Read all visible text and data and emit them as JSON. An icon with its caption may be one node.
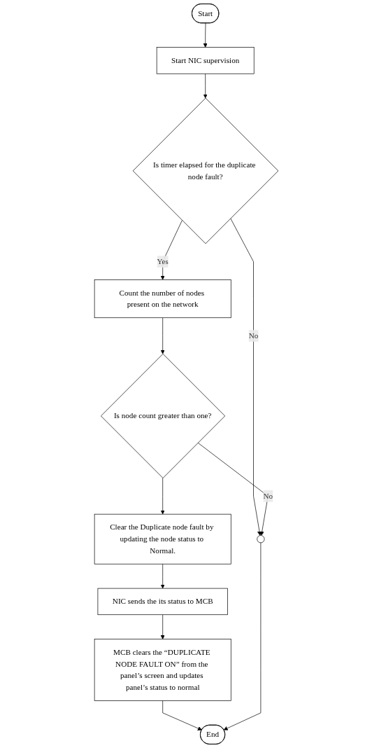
{
  "diagram": {
    "nodes": [
      {
        "text": [
          "Start"
        ]
      },
      {
        "text": [
          "Start NIC supervision"
        ]
      },
      {
        "text": [
          "Is timer elapsed for the duplicate node fault?"
        ]
      },
      {
        "text": [
          "Count the number of nodes present on the network"
        ]
      },
      {
        "text": [
          "Is node count greater than one?"
        ]
      },
      {
        "text": [
          "Clear the Duplicate node fault by updating the node status to Normal."
        ]
      },
      {
        "text": [
          "NIC sends the its status to MCB"
        ]
      },
      {
        "text": [
          "MCB clears the “DUPLICATE NODE FAULT ON” from the panel’s screen and updates panel’s status to normal"
        ]
      },
      {
        "text": [],
        "shape": "circle"
      },
      {
        "text": [
          "End"
        ]
      }
    ],
    "edges": [
      {
        "from": 0,
        "to": 1,
        "arrow": "to"
      },
      {
        "from": 1,
        "to": 2,
        "arrow": "to"
      },
      {
        "from": 2,
        "to": 3,
        "label": "Yes",
        "arrow": "to"
      },
      {
        "from": 2,
        "to": 8,
        "label": "No",
        "arrow": "to"
      },
      {
        "from": 3,
        "to": 4,
        "arrow": "to"
      },
      {
        "from": 4,
        "to": 8,
        "label": "No",
        "arrow": "to"
      },
      {
        "from": 4,
        "to": 5,
        "arrow": "to"
      },
      {
        "from": 5,
        "to": 6,
        "arrow": "to"
      },
      {
        "from": 6,
        "to": 7,
        "arrow": "to"
      },
      {
        "from": 7,
        "to": 9,
        "arrow": "to"
      },
      {
        "from": 8,
        "to": 9,
        "arrow": "to"
      }
    ]
  }
}
